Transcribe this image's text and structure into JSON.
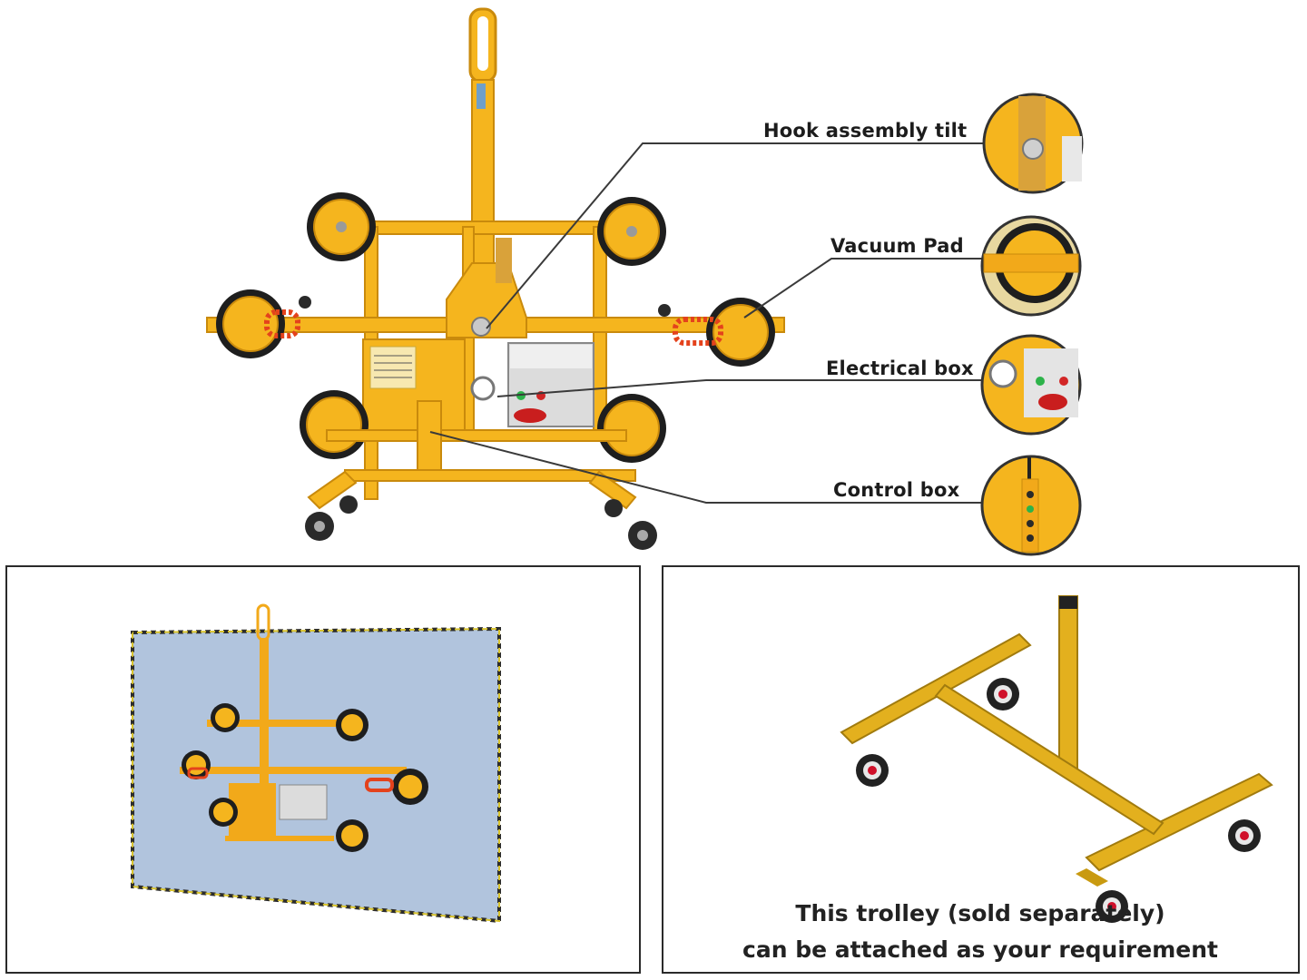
{
  "callouts": {
    "hook_assembly_tilt": "Hook assembly tilt",
    "vacuum_pad": "Vacuum Pad",
    "electrical_box": "Electrical box",
    "control_box": "Control box"
  },
  "trolley_panel": {
    "caption_line1": "This trolley (sold separately)",
    "caption_line2": "can be attached as your requirement"
  },
  "colors": {
    "frame_yellow": "#f5b51e",
    "frame_dark": "#c98a0c",
    "pad_black": "#1e1e1e",
    "coil_red": "#e4421c",
    "glass_blue": "#b1c4dd",
    "callout_line": "#3a3a3a"
  }
}
